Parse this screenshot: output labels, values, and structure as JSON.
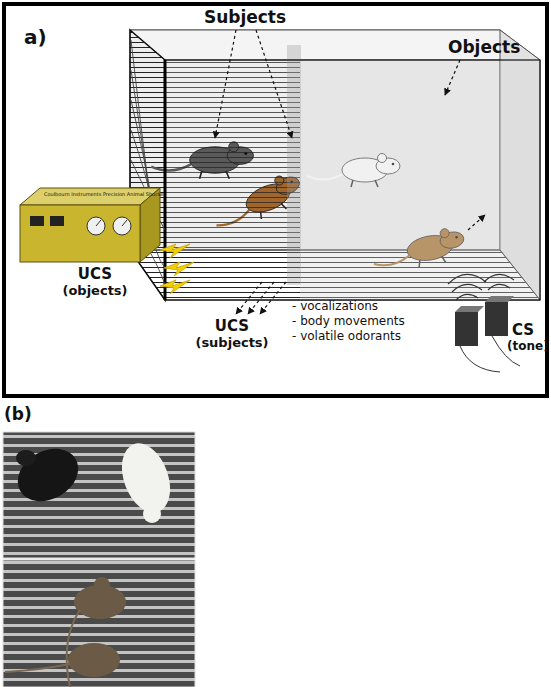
{
  "diagram": {
    "labels": [
      "a)",
      "Subjects",
      "Objects",
      "Coulbourn Instruments Precision Animal Shocker",
      "UCS",
      "(objects)",
      "UCS",
      "(subjects)",
      "- vocalizations",
      "- body movements",
      "- volatile odorants",
      "CS",
      "(tone)",
      "(b)"
    ]
  }
}
